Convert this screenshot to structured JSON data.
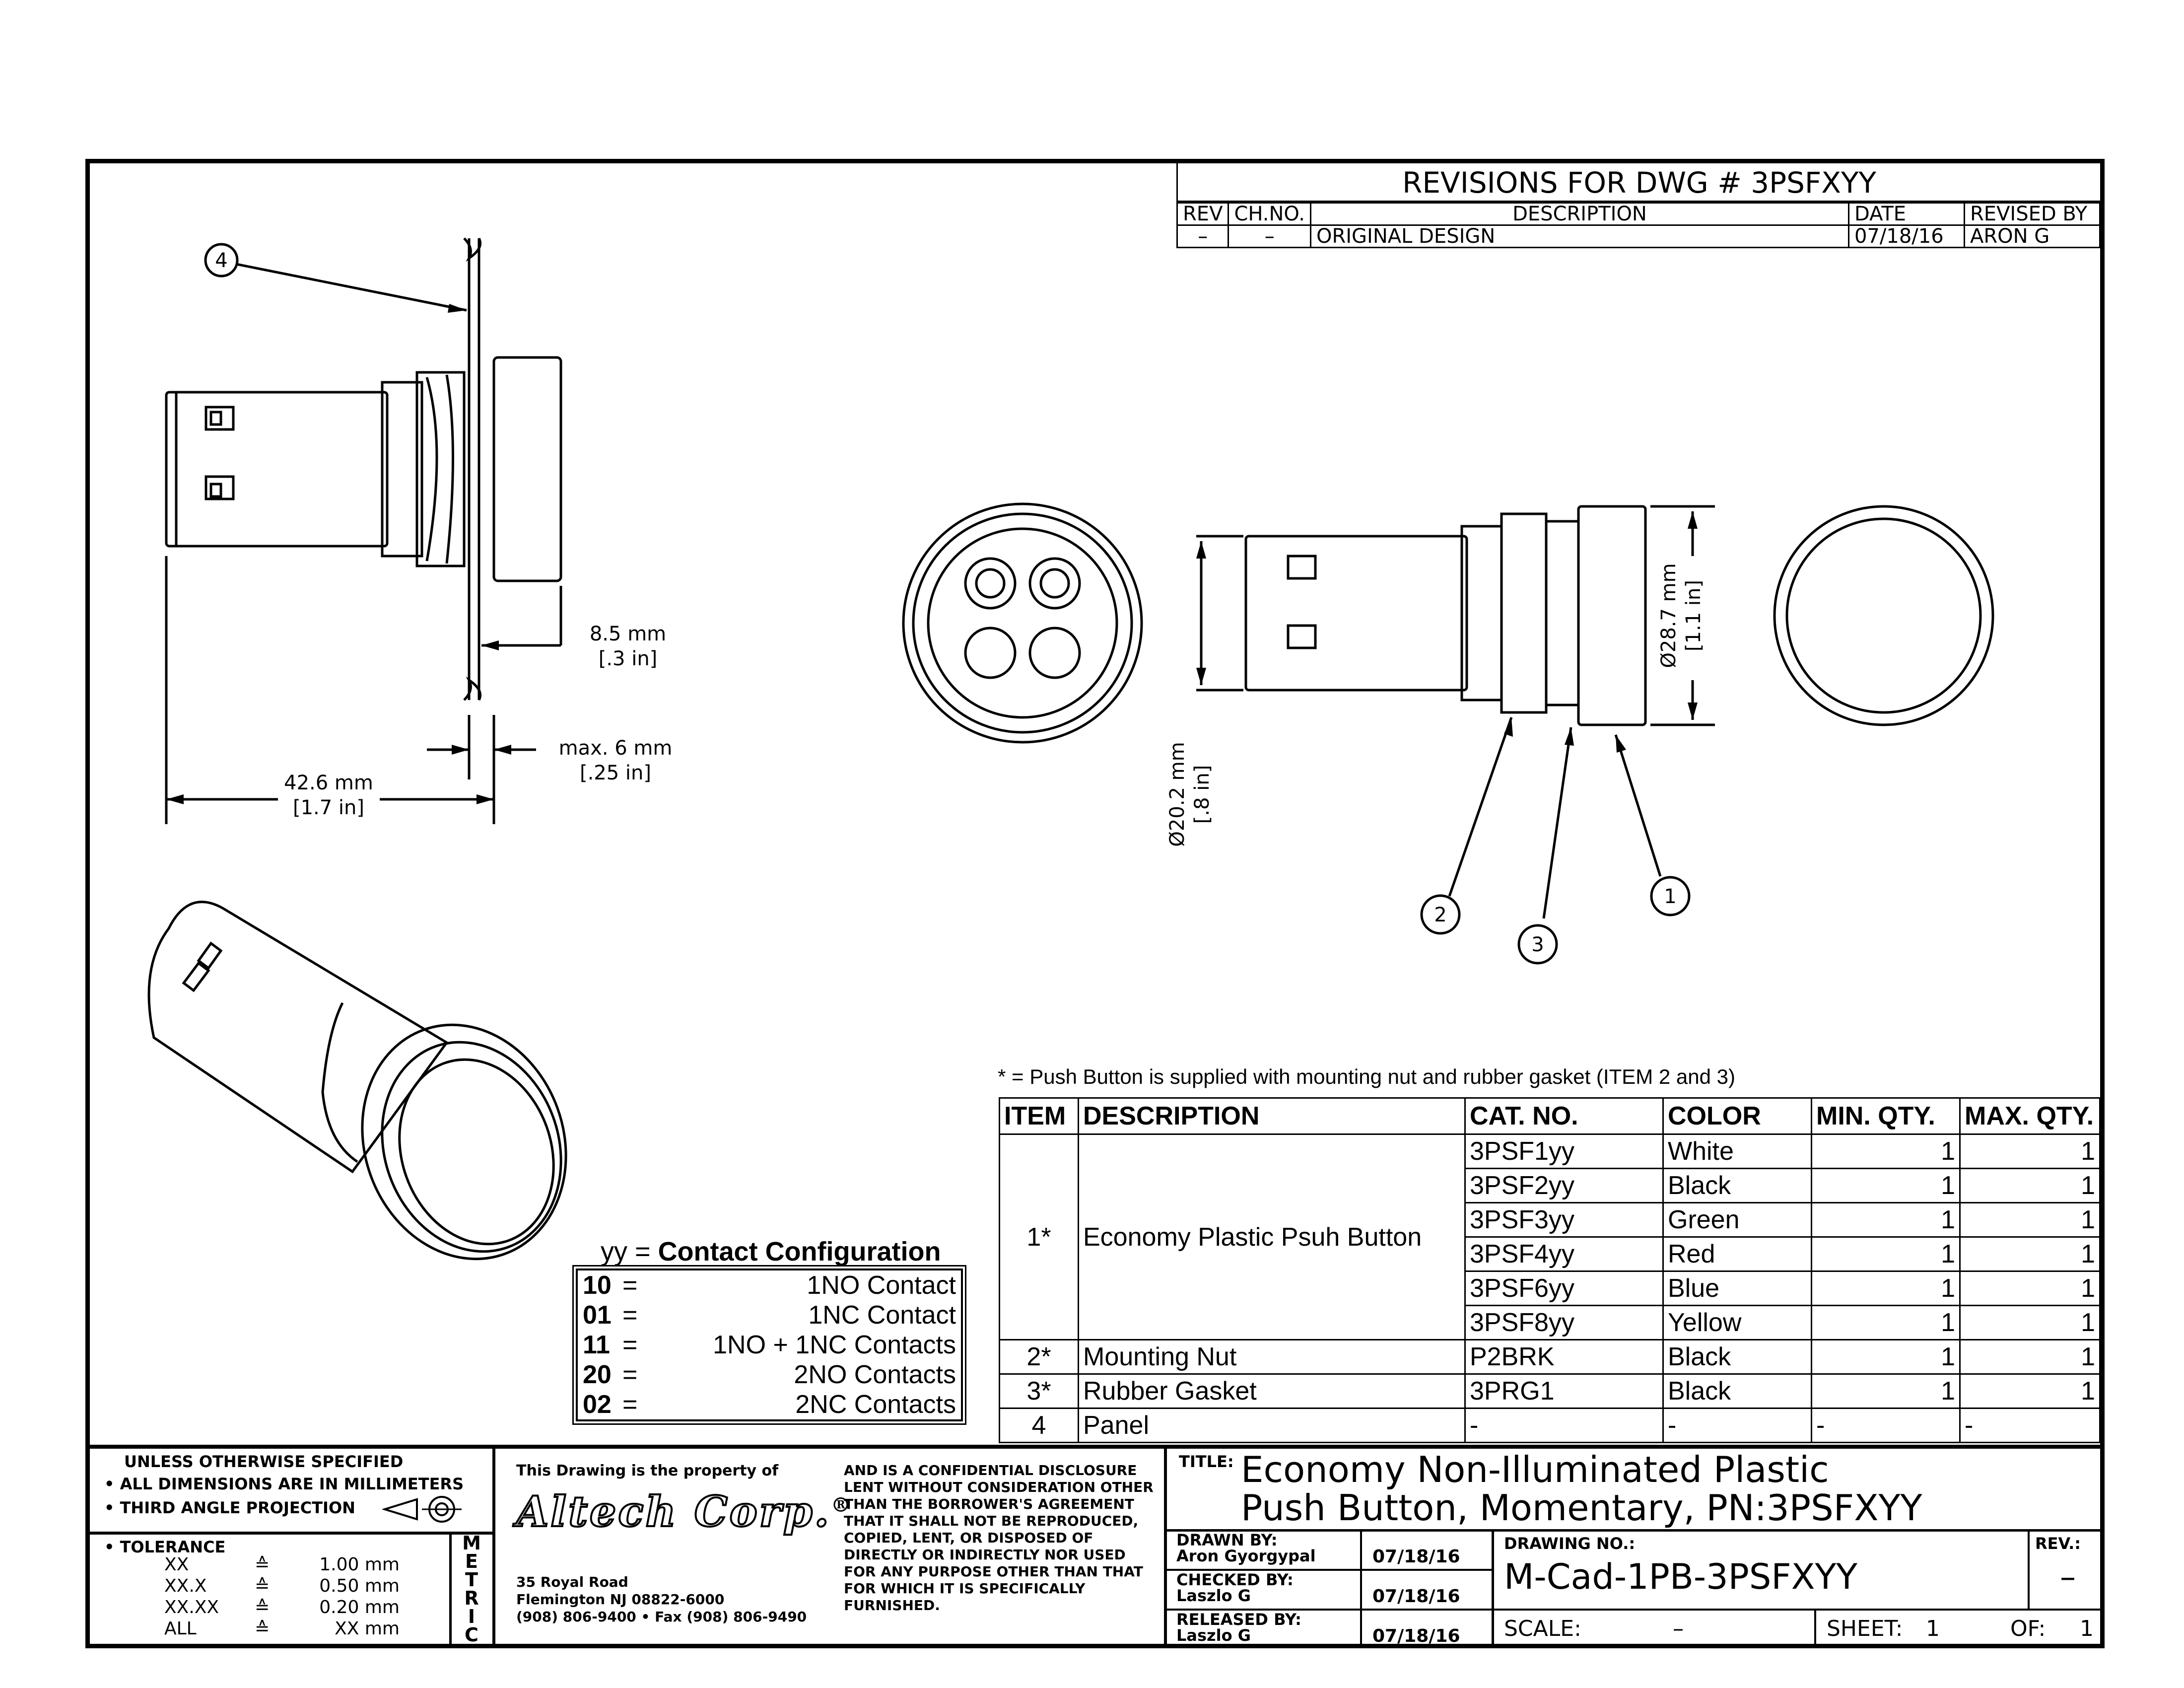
{
  "revisions": {
    "title": "REVISIONS FOR DWG # 3PSFXYY",
    "headers": [
      "REV",
      "CH.NO.",
      "DESCRIPTION",
      "DATE",
      "REVISED BY"
    ],
    "rows": [
      [
        "–",
        "–",
        "ORIGINAL DESIGN",
        "07/18/16",
        "ARON G"
      ]
    ]
  },
  "dimensions": {
    "panel": "8.5 mm",
    "panel_in": "[.3 in]",
    "max": "max. 6 mm",
    "max_in": "[.25 in]",
    "length": "42.6 mm",
    "length_in": "[1.7 in]",
    "dia_small": "Ø20.2 mm",
    "dia_small_in": "[.8 in]",
    "dia_large": "Ø28.7 mm",
    "dia_large_in": "[1.1 in]"
  },
  "balloons": [
    "4",
    "2",
    "3",
    "1"
  ],
  "note": "* = Push Button is supplied with mounting nut and rubber gasket (ITEM 2 and 3)",
  "bom": {
    "headers": [
      "ITEM",
      "DESCRIPTION",
      "CAT. NO.",
      "COLOR",
      "MIN. QTY.",
      "MAX. QTY."
    ],
    "item1": "1*",
    "item1_desc": "Economy Plastic Psuh Button",
    "variants": [
      {
        "cat": "3PSF1",
        "suffix": "yy",
        "color": "White",
        "min": "1",
        "max": "1"
      },
      {
        "cat": "3PSF2",
        "suffix": "yy",
        "color": "Black",
        "min": "1",
        "max": "1"
      },
      {
        "cat": "3PSF3",
        "suffix": "yy",
        "color": "Green",
        "min": "1",
        "max": "1"
      },
      {
        "cat": "3PSF4",
        "suffix": "yy",
        "color": "Red",
        "min": "1",
        "max": "1"
      },
      {
        "cat": "3PSF6",
        "suffix": "yy",
        "color": "Blue",
        "min": "1",
        "max": "1"
      },
      {
        "cat": "3PSF8",
        "suffix": "yy",
        "color": "Yellow",
        "min": "1",
        "max": "1"
      }
    ],
    "rows": [
      {
        "item": "2*",
        "desc": "Mounting Nut",
        "cat": "P2BRK",
        "color": "Black",
        "min": "1",
        "max": "1"
      },
      {
        "item": "3*",
        "desc": "Rubber Gasket",
        "cat": "3PRG1",
        "color": "Black",
        "min": "1",
        "max": "1"
      },
      {
        "item": "4",
        "desc": "Panel",
        "cat": "-",
        "color": "-",
        "min": "-",
        "max": "-"
      }
    ]
  },
  "contact_config": {
    "title_prefix": "yy =",
    "title": "Contact Configuration",
    "rows": [
      {
        "code": "10",
        "eq": "=",
        "desc": "1NO Contact"
      },
      {
        "code": "01",
        "eq": "=",
        "desc": "1NC Contact"
      },
      {
        "code": "11",
        "eq": "=",
        "desc": "1NO + 1NC Contacts"
      },
      {
        "code": "20",
        "eq": "=",
        "desc": "2NO Contacts"
      },
      {
        "code": "02",
        "eq": "=",
        "desc": "2NC Contacts"
      }
    ]
  },
  "title_block": {
    "unless": "UNLESS OTHERWISE SPECIFIED",
    "bullet1": "• ALL DIMENSIONS ARE IN MILLIMETERS",
    "bullet2": "• THIRD ANGLE PROJECTION",
    "tolerance": "• TOLERANCE",
    "tol_rows": [
      [
        "XX",
        "≙",
        "1.00 mm"
      ],
      [
        "XX.X",
        "≙",
        "0.50 mm"
      ],
      [
        "XX.XX",
        "≙",
        "0.20 mm"
      ],
      [
        "ALL",
        "≙",
        "XX mm"
      ]
    ],
    "metric": [
      "M",
      "E",
      "T",
      "R",
      "I",
      "C"
    ],
    "property": "This Drawing is the property of",
    "company": "Altech Corp.",
    "reg": "®",
    "address1": "35 Royal Road",
    "address2": "Flemington NJ 08822-6000",
    "address3": "(908) 806-9400 • Fax (908) 806-9490",
    "confidential": "AND IS A CONFIDENTIAL DISCLOSURE LENT WITHOUT CONSIDERATION OTHER THAN THE BORROWER'S AGREEMENT THAT IT SHALL NOT BE REPRODUCED, COPIED, LENT, OR DISPOSED OF DIRECTLY OR INDIRECTLY NOR USED FOR ANY PURPOSE OTHER THAN THAT FOR WHICH IT IS SPECIFICALLY FURNISHED.",
    "title_label": "TITLE:",
    "title_line1": "Economy Non-Illuminated Plastic",
    "title_line2": "Push Button, Momentary, PN:3PSFXYY",
    "drawn_label": "DRAWN BY:",
    "drawn_by": "Aron Gyorgypal",
    "drawn_date": "07/18/16",
    "checked_label": "CHECKED BY:",
    "checked_by": "Laszlo G",
    "checked_date": "07/18/16",
    "released_label": "RELEASED BY:",
    "released_by": "Laszlo G",
    "released_date": "07/18/16",
    "drawing_no_label": "DRAWING NO.:",
    "drawing_no": "M-Cad-1PB-3PSFXYY",
    "rev_label": "REV.:",
    "rev": "–",
    "scale_label": "SCALE:",
    "scale": "–",
    "sheet_label": "SHEET:",
    "sheet": "1",
    "of_label": "OF:",
    "of": "1"
  }
}
